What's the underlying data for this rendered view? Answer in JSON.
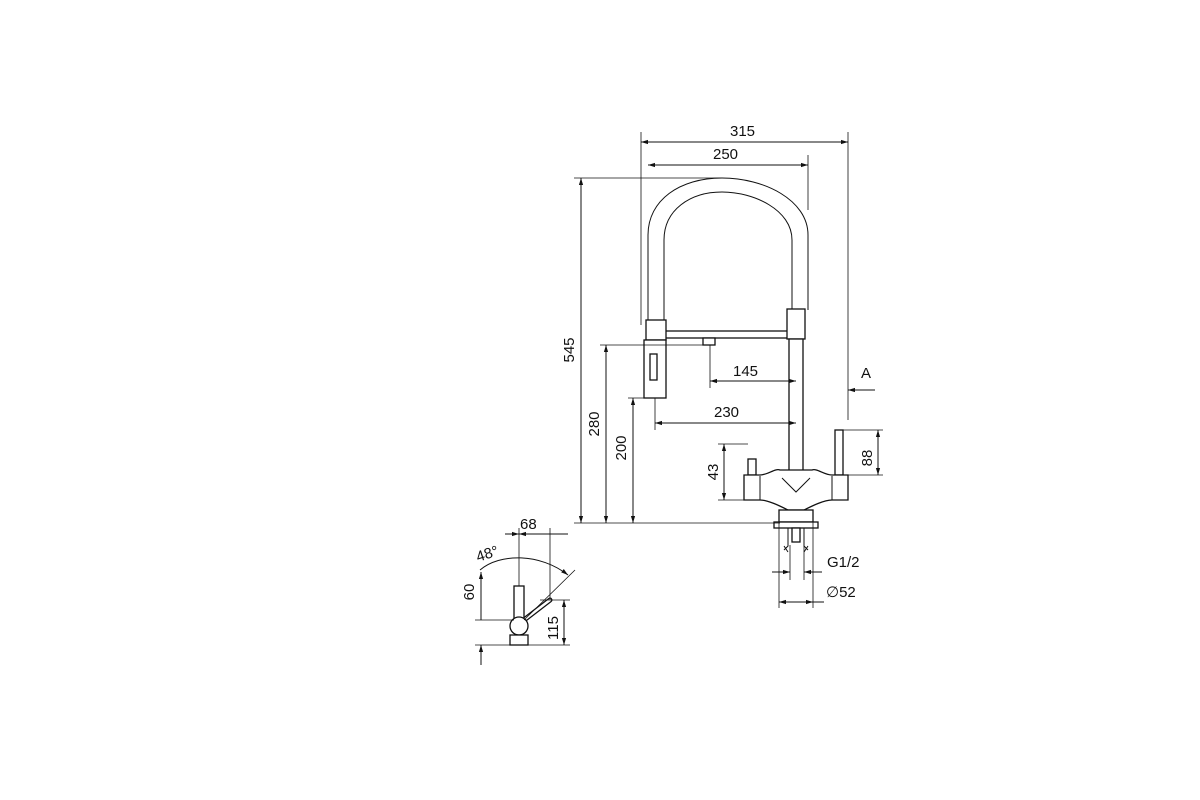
{
  "drawing": {
    "dims": {
      "overall_width": "315",
      "spout_reach_outer": "250",
      "total_height": "545",
      "height_to_aerator": "280",
      "height_to_spray_head": "200",
      "reach_to_bracket": "145",
      "reach_to_head": "230",
      "lever_height": "43",
      "filter_lever_height": "88",
      "view_label": "A",
      "thread": "G1/2",
      "base_diameter": "∅52",
      "side_offset": "68",
      "lever_angle": "48°",
      "side_lever_height": "60",
      "side_body_height": "115"
    },
    "colors": {
      "line": "#111111",
      "background": "#ffffff"
    }
  }
}
